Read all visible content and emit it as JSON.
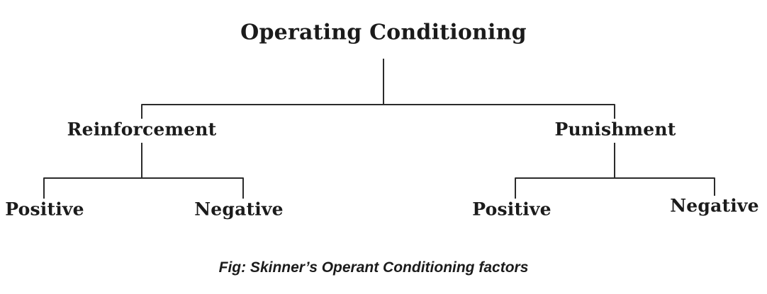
{
  "diagram": {
    "nodes": {
      "root": "Operating Conditioning",
      "reinforcement": "Reinforcement",
      "punishment": "Punishment",
      "reinforcement_positive": "Positive",
      "reinforcement_negative": "Negative",
      "punishment_positive": "Positive",
      "punishment_negative": "Negative"
    },
    "caption": "Fig: Skinner’s Operant Conditioning factors",
    "colors": {
      "background": "#ffffff",
      "text": "#1b1b1b",
      "line": "#2b2b2b"
    }
  }
}
